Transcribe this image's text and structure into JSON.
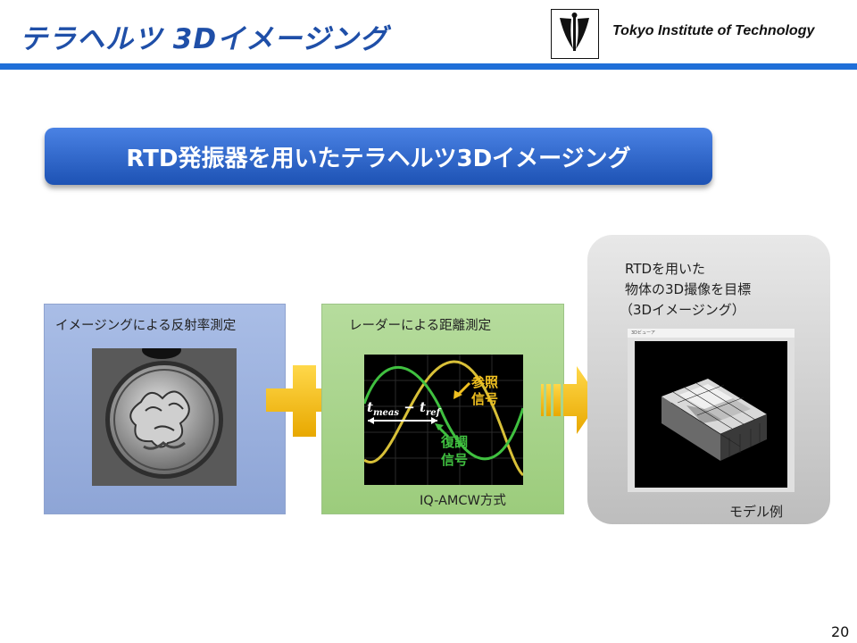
{
  "header": {
    "title": "テラヘルツ 3Dイメージング",
    "org": "Tokyo Institute of Technology"
  },
  "banner": {
    "text": "RTD発振器を用いたテラヘルツ3Dイメージング"
  },
  "reflectance_panel": {
    "label": "イメージングによる反射率測定"
  },
  "distance_panel": {
    "label": "レーダーによる距離測定",
    "method": "IQ-AMCW方式",
    "scope": {
      "time_main": "t",
      "time_sub1": "meas",
      "minus": " − ",
      "time_sub2": "ref",
      "ref_signal_line1": "参照",
      "ref_signal_line2": "信号",
      "demod_signal_line1": "復調",
      "demod_signal_line2": "信号"
    }
  },
  "result_panel": {
    "line1": "RTDを用いた",
    "line2": "物体の3D撮像を目標",
    "line3": "（3Dイメージング）",
    "caption": "モデル例",
    "window_title": "3Dビューア"
  },
  "colors": {
    "accent_blue": "#1f6fd8",
    "title_blue": "#1f4fa8",
    "plus_yellow": "#f5c518",
    "annotation_yellow": "#f0c020",
    "wave_green": "#40c040",
    "wave_yellow": "#d8c038"
  },
  "page_number": "20"
}
